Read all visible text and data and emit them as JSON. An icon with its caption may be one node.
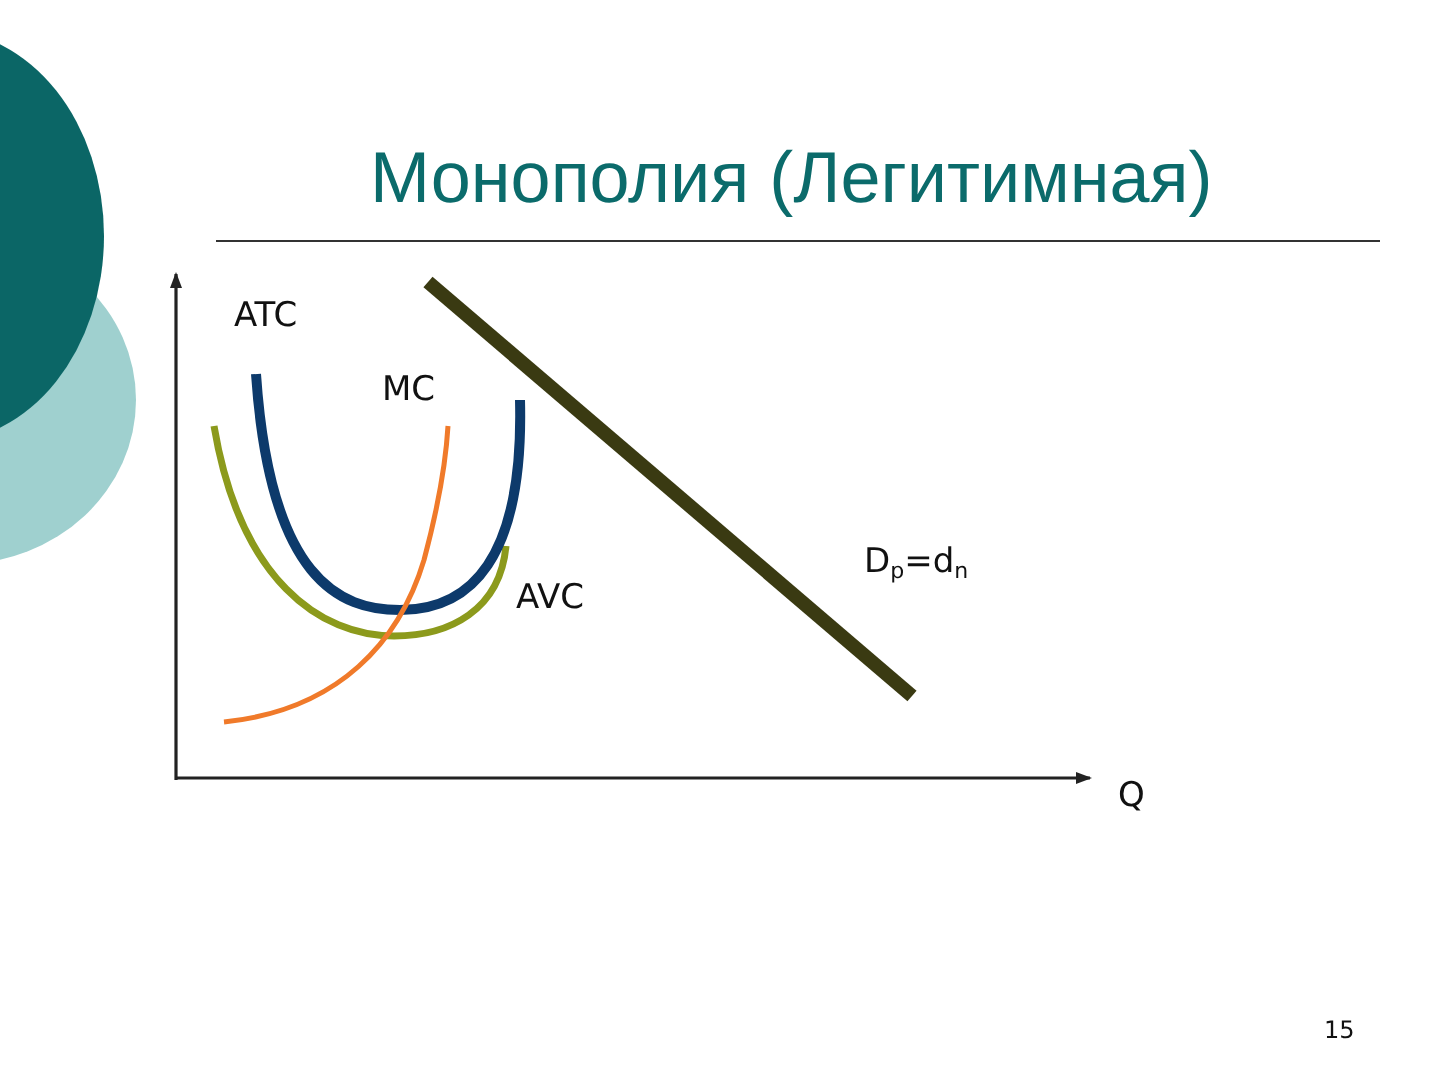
{
  "diagram": {
    "title": "Монополия (Легитимная)",
    "labels": [
      "ATC",
      "MC",
      "D$_{p}$=d$_{n}$",
      "AVC",
      "Q",
      "15"
    ]
  }
}
